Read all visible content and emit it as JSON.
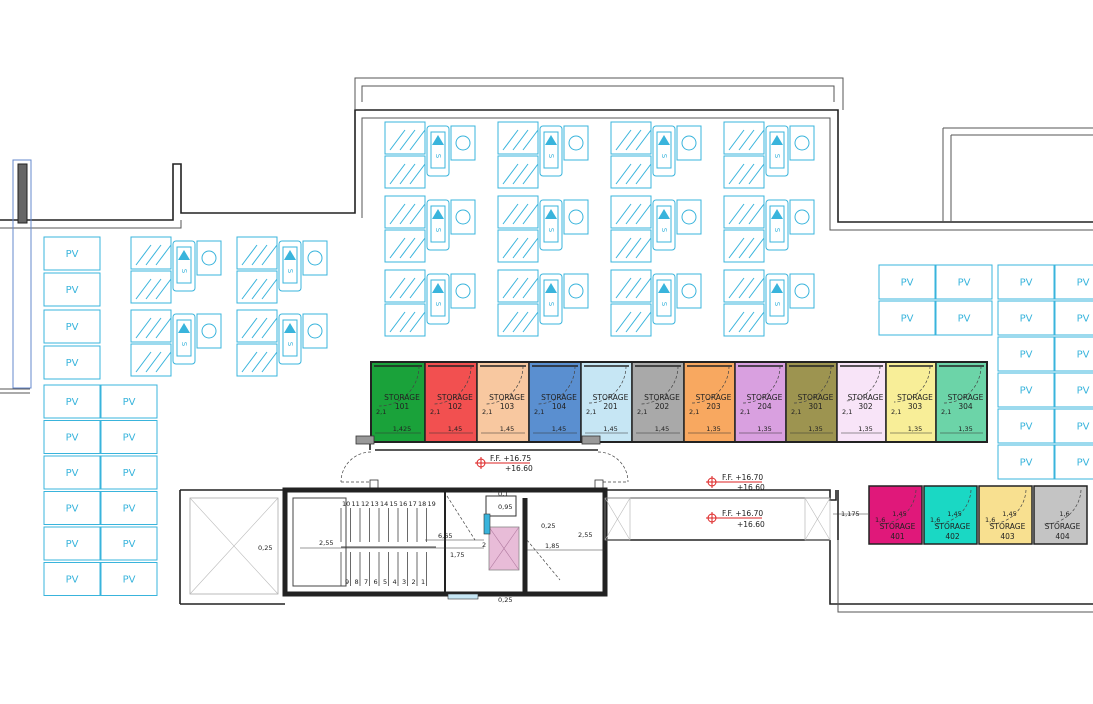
{
  "pv_label": "PV",
  "storage_label": "STORAGE",
  "storage_units": [
    {
      "num": "101",
      "color": "#1aa23a",
      "dim": "1,425"
    },
    {
      "num": "102",
      "color": "#f25050",
      "dim": "1,45"
    },
    {
      "num": "103",
      "color": "#f8c8a0",
      "dim": "1,45"
    },
    {
      "num": "104",
      "color": "#5a8fd0",
      "dim": "1,45"
    },
    {
      "num": "201",
      "color": "#c6e6f4",
      "dim": "1,45"
    },
    {
      "num": "202",
      "color": "#a9a9a9",
      "dim": "1,45"
    },
    {
      "num": "203",
      "color": "#f8a860",
      "dim": "1,35"
    },
    {
      "num": "204",
      "color": "#d9a0e0",
      "dim": "1,35"
    },
    {
      "num": "301",
      "color": "#9d9450",
      "dim": "1,35"
    },
    {
      "num": "302",
      "color": "#f8e4f8",
      "dim": "1,35"
    },
    {
      "num": "303",
      "color": "#f8ee98",
      "dim": "1,35"
    },
    {
      "num": "304",
      "color": "#6cd4a8",
      "dim": "1,35"
    }
  ],
  "storage_units_right": [
    {
      "num": "401",
      "color": "#e0187a",
      "dim": "1,45",
      "h": "1,6"
    },
    {
      "num": "402",
      "color": "#1ad8c4",
      "dim": "1,45",
      "h": "1,6"
    },
    {
      "num": "403",
      "color": "#f8e090",
      "dim": "1,45",
      "h": "1,6"
    },
    {
      "num": "404",
      "color": "#c4c4c4",
      "dim": "1,6",
      "h": ""
    }
  ],
  "storage_height_label": "2,1",
  "levels": {
    "center_ff": "F.F. +16.75",
    "center_lvl": "+16.60",
    "right1_ff": "F.F. +16.70",
    "right1_lvl": "+16.60",
    "right2_ff": "F.F. +16.70",
    "right2_lvl": "+16.60"
  },
  "dimensions": {
    "d_025_left": "0,25",
    "d_255": "2,55",
    "d_665": "6,65",
    "d_175": "1,75",
    "d_2": "2",
    "d_01": "0,1",
    "d_095": "0,95",
    "d_025_mid": "0,25",
    "d_185": "1,85",
    "d_255_right": "2,55",
    "d_025_bottom": "0,25",
    "d_1175": "1,175"
  },
  "stair_top_numbers": [
    "10",
    "11",
    "12",
    "13",
    "14",
    "15",
    "16",
    "17",
    "18",
    "19"
  ],
  "stair_bottom_numbers": [
    "9",
    "8",
    "7",
    "6",
    "5",
    "4",
    "3",
    "2",
    "1"
  ]
}
